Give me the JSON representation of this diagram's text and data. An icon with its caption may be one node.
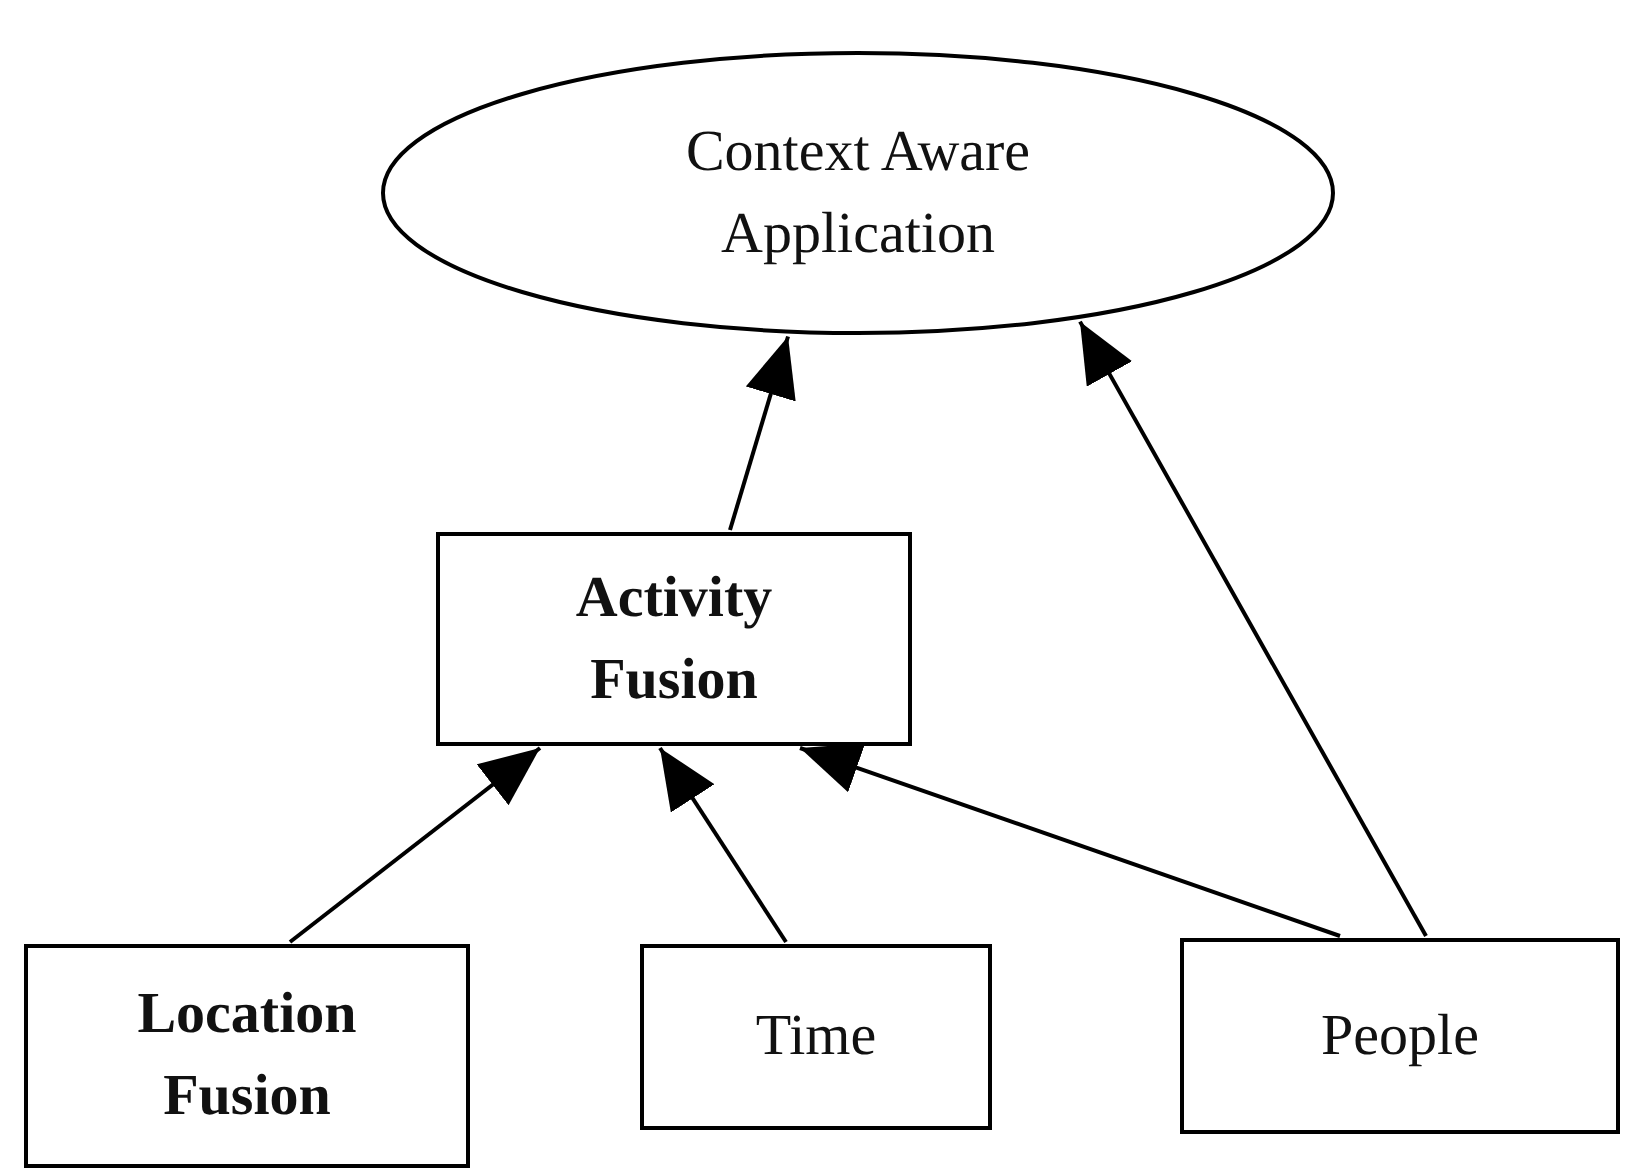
{
  "diagram": {
    "nodes": [
      {
        "text": [
          "Context Aware Application"
        ]
      },
      {
        "text": [
          "Activity Fusion"
        ]
      },
      {
        "text": [
          "Location Fusion"
        ]
      },
      {
        "text": [
          "Time"
        ]
      },
      {
        "text": [
          "People"
        ]
      }
    ],
    "edges": [
      {
        "from": 1,
        "to": 0,
        "arrow": "to"
      },
      {
        "from": 4,
        "to": 0,
        "arrow": "to"
      },
      {
        "from": 2,
        "to": 1,
        "arrow": "to"
      },
      {
        "from": 3,
        "to": 1,
        "arrow": "to"
      },
      {
        "from": 4,
        "to": 1,
        "arrow": "to"
      }
    ]
  }
}
